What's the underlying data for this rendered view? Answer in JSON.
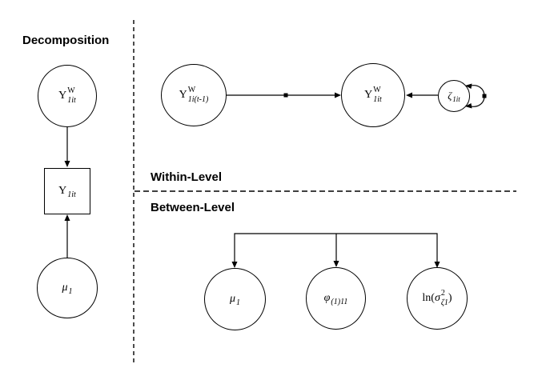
{
  "headers": {
    "decomposition": "Decomposition",
    "within_level": "Within-Level",
    "between_level": "Between-Level"
  },
  "nodes": {
    "decomp_y_within": {
      "base": "Y",
      "sup": "W",
      "sub": "1it"
    },
    "decomp_y_obs": {
      "base": "Y",
      "sub": "1it"
    },
    "decomp_mu": {
      "base": "μ",
      "sub": "1"
    },
    "within_y_lag": {
      "base": "Y",
      "sup": "W",
      "sub": "1i(t-1)"
    },
    "within_y": {
      "base": "Y",
      "sup": "W",
      "sub": "1it"
    },
    "within_zeta": {
      "base": "ζ",
      "sub": "1it"
    },
    "between_mu": {
      "base": "μ",
      "sub": "1"
    },
    "between_phi": {
      "base": "φ",
      "sub": "(1)11"
    },
    "between_ln_sigma": {
      "prefix": "ln(",
      "base": "σ",
      "sup": "2",
      "sub": "ζ1",
      "suffix": ")"
    }
  },
  "colors": {
    "line": "#000000",
    "background": "#ffffff",
    "text": "#000000"
  }
}
